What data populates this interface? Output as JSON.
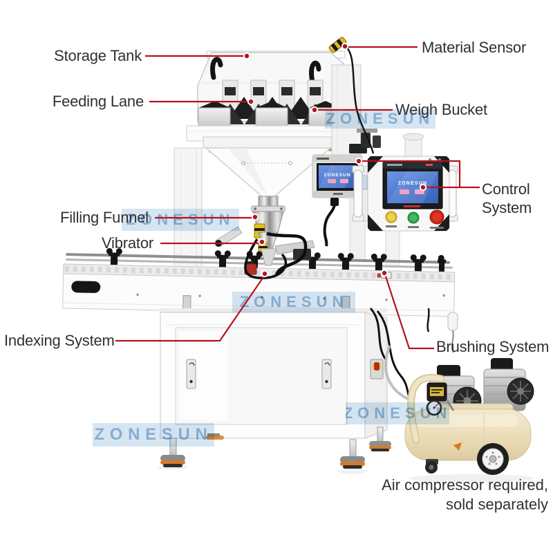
{
  "machine": {
    "callouts": {
      "storage_tank": "Storage Tank",
      "material_sensor": "Material Sensor",
      "feeding_lane": "Feeding Lane",
      "weigh_bucket": "Weigh Bucket",
      "control_system": "Control System",
      "filling_funnel": "Filling Funnel",
      "vibrator": "Vibrator",
      "indexing_system": "Indexing System",
      "brushing_system": "Brushing System"
    }
  },
  "note": {
    "line1": "Air compressor required,",
    "line2": "sold separately"
  },
  "watermark": {
    "text": "ZONESUN"
  },
  "screens": {
    "brand": "ZONESUN"
  },
  "colors": {
    "leader_line": "#b5121e",
    "label_text": "#303030",
    "watermark_blue": "#86aed1",
    "screen_blue": "#4a77cf",
    "vibrator_yellow": "#e4c21d",
    "compressor_cream": "#eee3c6"
  }
}
